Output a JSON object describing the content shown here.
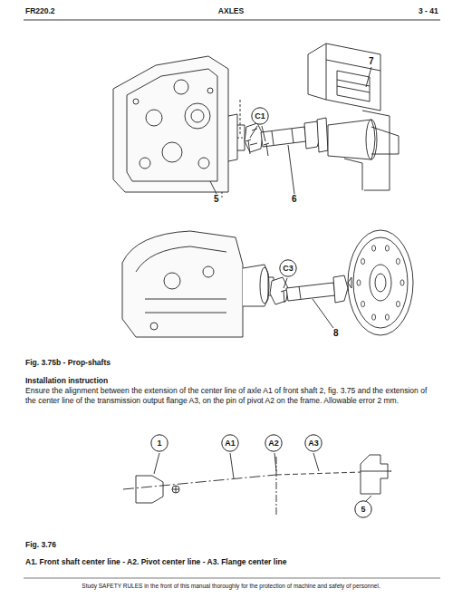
{
  "diagram": {
    "caption": "Fig. 3.75b - Prop-shafts",
    "nodes": [
      {
        "text": [
          "C1"
        ]
      },
      {
        "text": [
          "C3"
        ]
      },
      {
        "text": [
          "1"
        ]
      },
      {
        "text": [
          "A1"
        ]
      },
      {
        "text": [
          "A2"
        ]
      },
      {
        "text": [
          "A3"
        ]
      },
      {
        "text": [
          "5"
        ]
      }
    ],
    "labels": [
      "FR220.2",
      "AXLES",
      "3 - 41",
      "7",
      "5",
      "6",
      "8",
      "Installation instruction",
      "Ensure the alignment between the extension of the center line of axle A1 of front shaft 2, fig. 3.75 and the extension of the center line of the transmission output flange A3, on the pin of pivot A2 on the frame. Allowable error 2 mm.",
      "Fig. 3.76",
      "A1. Front shaft center line - A2. Pivot center line - A3. Flange center line",
      "Study SAFETY RULES in the front of this manual thoroughly for the protection of machine and safety of personnel."
    ]
  }
}
